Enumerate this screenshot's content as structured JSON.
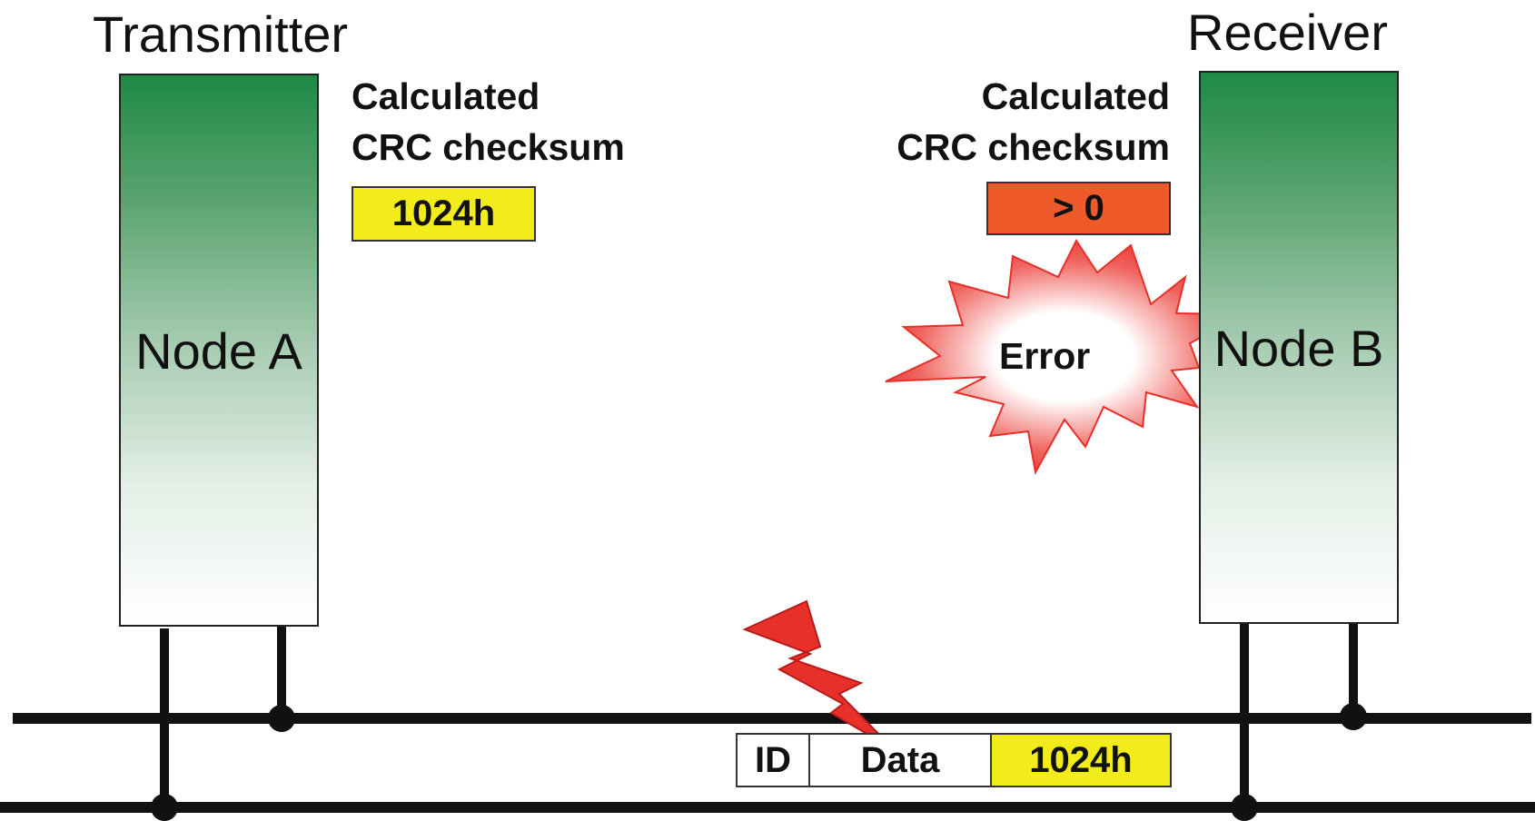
{
  "transmitter": {
    "title": "Transmitter",
    "node_label": "Node A",
    "crc_label_line1": "Calculated",
    "crc_label_line2": "CRC checksum",
    "crc_value": "1024h",
    "crc_color": "#f2ec1a"
  },
  "receiver": {
    "title": "Receiver",
    "node_label": "Node B",
    "crc_label_line1": "Calculated",
    "crc_label_line2": "CRC checksum",
    "crc_value": "> 0",
    "crc_color": "#ee5a2a"
  },
  "error_burst": {
    "label": "Error",
    "color": "#e8302a"
  },
  "lightning_icon": "lightning-bolt-icon",
  "frame": {
    "id_label": "ID",
    "data_label": "Data",
    "crc_value": "1024h"
  },
  "colors": {
    "node_top": "#1f8a44",
    "node_bottom": "#ffffff",
    "bus_line": "#111111",
    "lightning": "#e8302a"
  }
}
